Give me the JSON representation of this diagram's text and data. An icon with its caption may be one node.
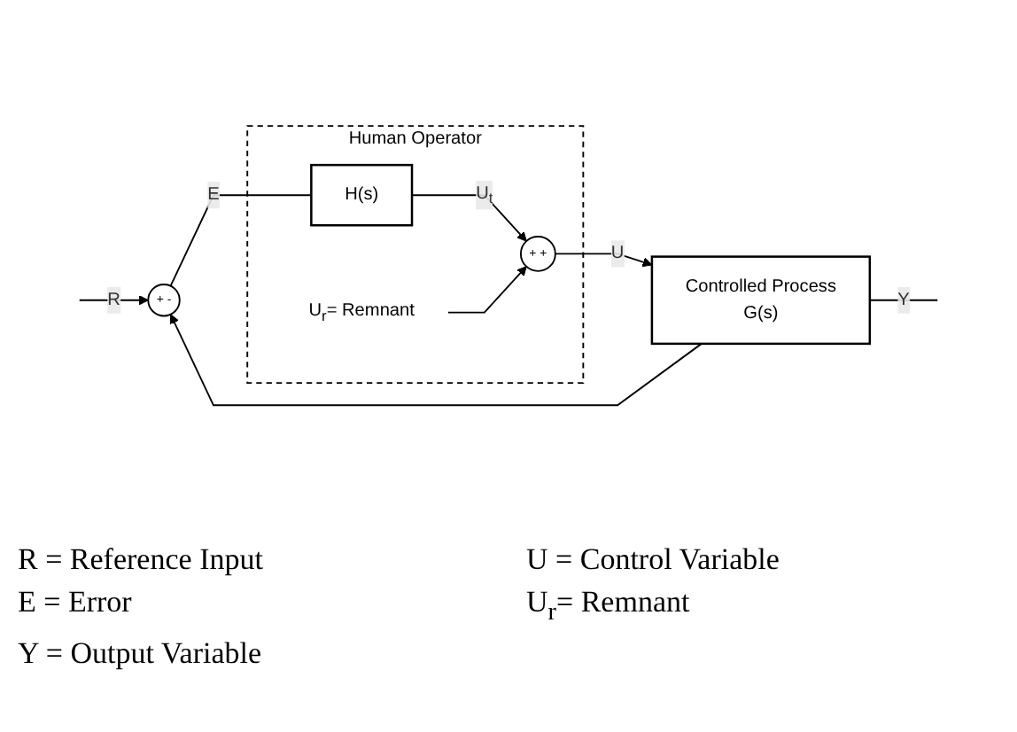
{
  "diagram": {
    "nodes": [
      {
        "text": [
          "Human Operator"
        ]
      },
      {
        "text": [
          "+",
          "-"
        ]
      },
      {
        "text": [
          "H(s)"
        ],
        "in": 0
      },
      {
        "text": [
          "U$_{r}$= Remnant"
        ],
        "in": 0
      },
      {
        "text": [
          "+",
          "+"
        ],
        "in": 0
      },
      {
        "text": [
          "Controlled Process",
          "G(s)"
        ]
      }
    ],
    "edges": [
      {
        "from": null,
        "to": 1,
        "arrow": "to",
        "label": "R"
      },
      {
        "from": 1,
        "to": 2,
        "arrow": "none",
        "label": "E"
      },
      {
        "from": 2,
        "to": 4,
        "arrow": "to",
        "label": "U$_{t}$"
      },
      {
        "from": 3,
        "to": 4,
        "arrow": "to"
      },
      {
        "from": 4,
        "to": 5,
        "arrow": "to",
        "label": "U"
      },
      {
        "from": 5,
        "to": null,
        "arrow": "none",
        "label": "Y"
      },
      {
        "from": 5,
        "to": 1,
        "arrow": "to"
      }
    ],
    "labels": [
      "R = Reference Input",
      "U = Control Variable",
      "E = Error",
      "U$_{r}$= Remnant",
      "Y = Output Variable"
    ]
  }
}
